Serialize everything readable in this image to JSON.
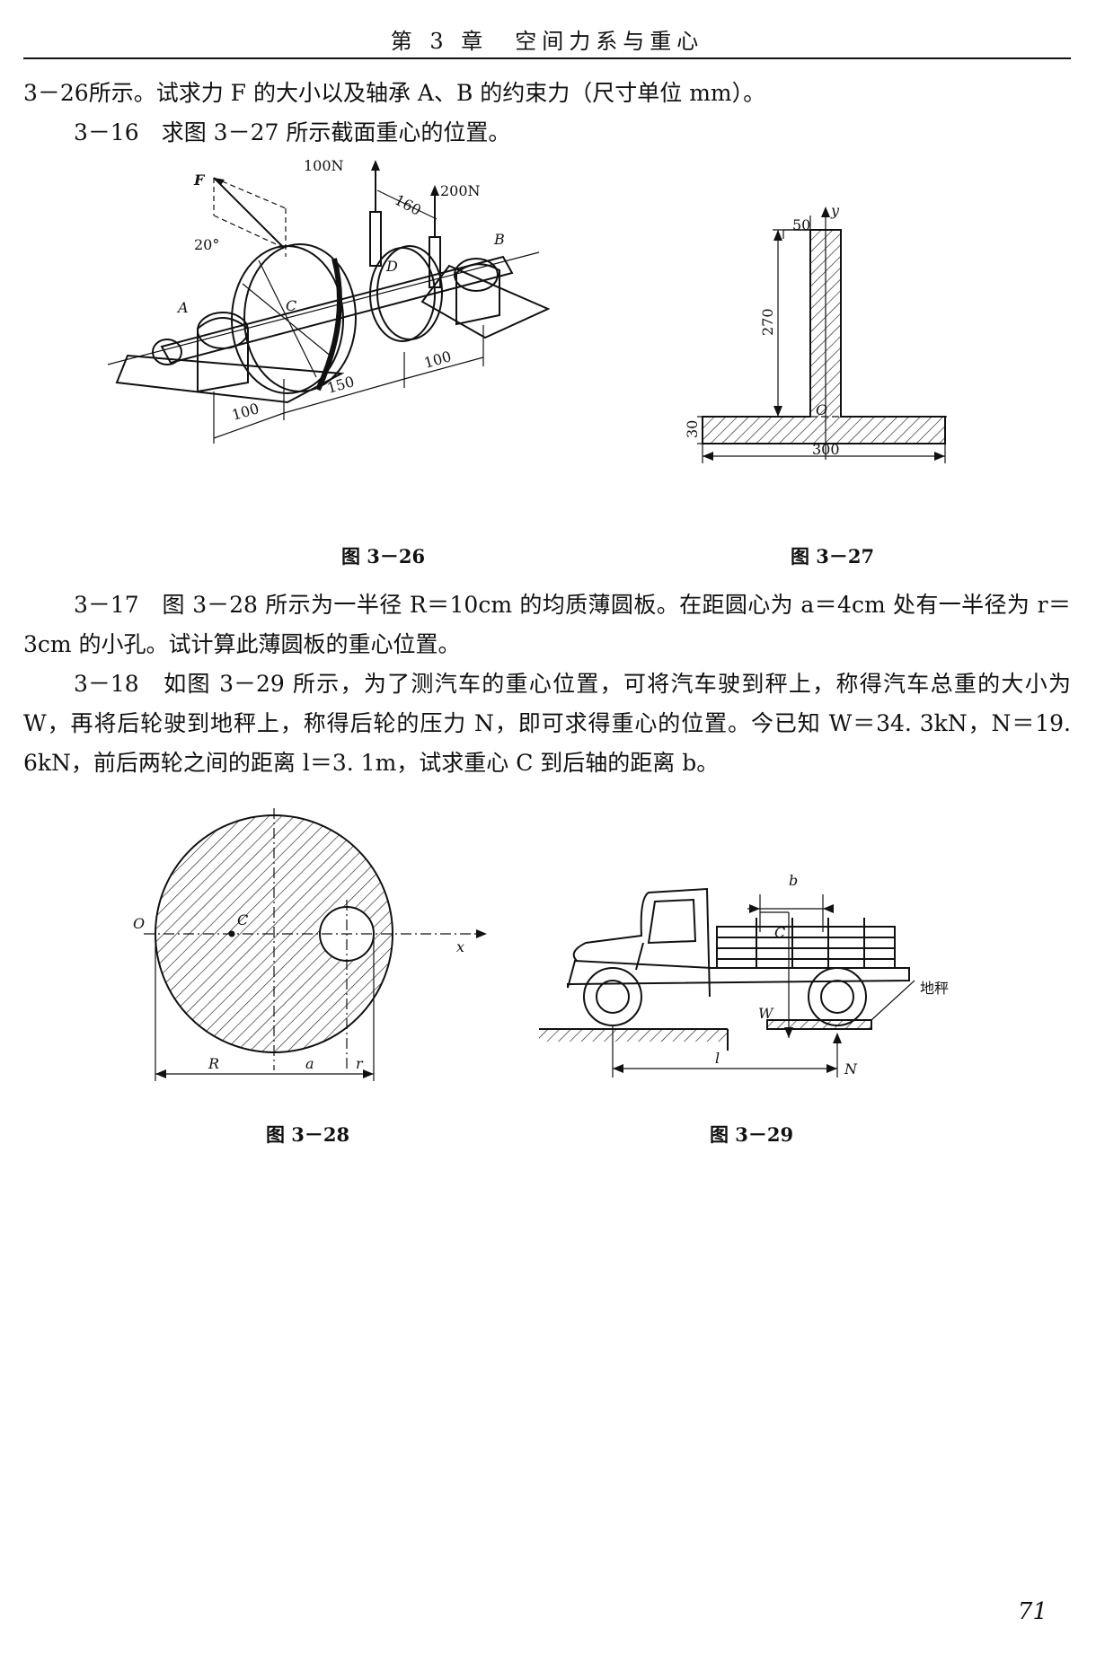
{
  "header": {
    "title": "第 3 章　空间力系与重心"
  },
  "paragraphs": {
    "p1": "3－26所示。试求力 F 的大小以及轴承 A、B 的约束力（尺寸单位 mm）。",
    "p2": "3－16　求图 3－27 所示截面重心的位置。",
    "p3": "3－17　图 3－28 所示为一半径 R＝10cm 的均质薄圆板。在距圆心为 a＝4cm 处有一半径为 r＝3cm 的小孔。试计算此薄圆板的重心位置。",
    "p4": "3－18　如图 3－29 所示，为了测汽车的重心位置，可将汽车驶到秤上，称得汽车总重的大小为 W，再将后轮驶到地秤上，称得后轮的压力 N，即可求得重心的位置。今已知 W＝34. 3kN，N＝19. 6kN，前后两轮之间的距离 l＝3. 1m，试求重心 C 到后轴的距离 b。"
  },
  "figures": {
    "fig26": {
      "caption": "图 3－26",
      "labels": {
        "F": "F",
        "angle": "20°",
        "force1": "100N",
        "force2": "200N",
        "dim160": "160",
        "A": "A",
        "B": "B",
        "C": "C",
        "D": "D",
        "dim100a": "100",
        "dim150": "150",
        "dim100b": "100"
      }
    },
    "fig27": {
      "caption": "图 3－27",
      "labels": {
        "y": "y",
        "dim50": "50",
        "dim270": "270",
        "dim30": "30",
        "O": "O",
        "dim300": "300"
      }
    },
    "fig28": {
      "caption": "图 3－28",
      "labels": {
        "O": "O",
        "C": "C",
        "x": "x",
        "R": "R",
        "a": "a",
        "r": "r"
      }
    },
    "fig29": {
      "caption": "图 3－29",
      "labels": {
        "b": "b",
        "C": "C",
        "W": "W",
        "scale": "地秤",
        "l": "l",
        "N": "N"
      }
    }
  },
  "footer": {
    "page_number": "71"
  }
}
